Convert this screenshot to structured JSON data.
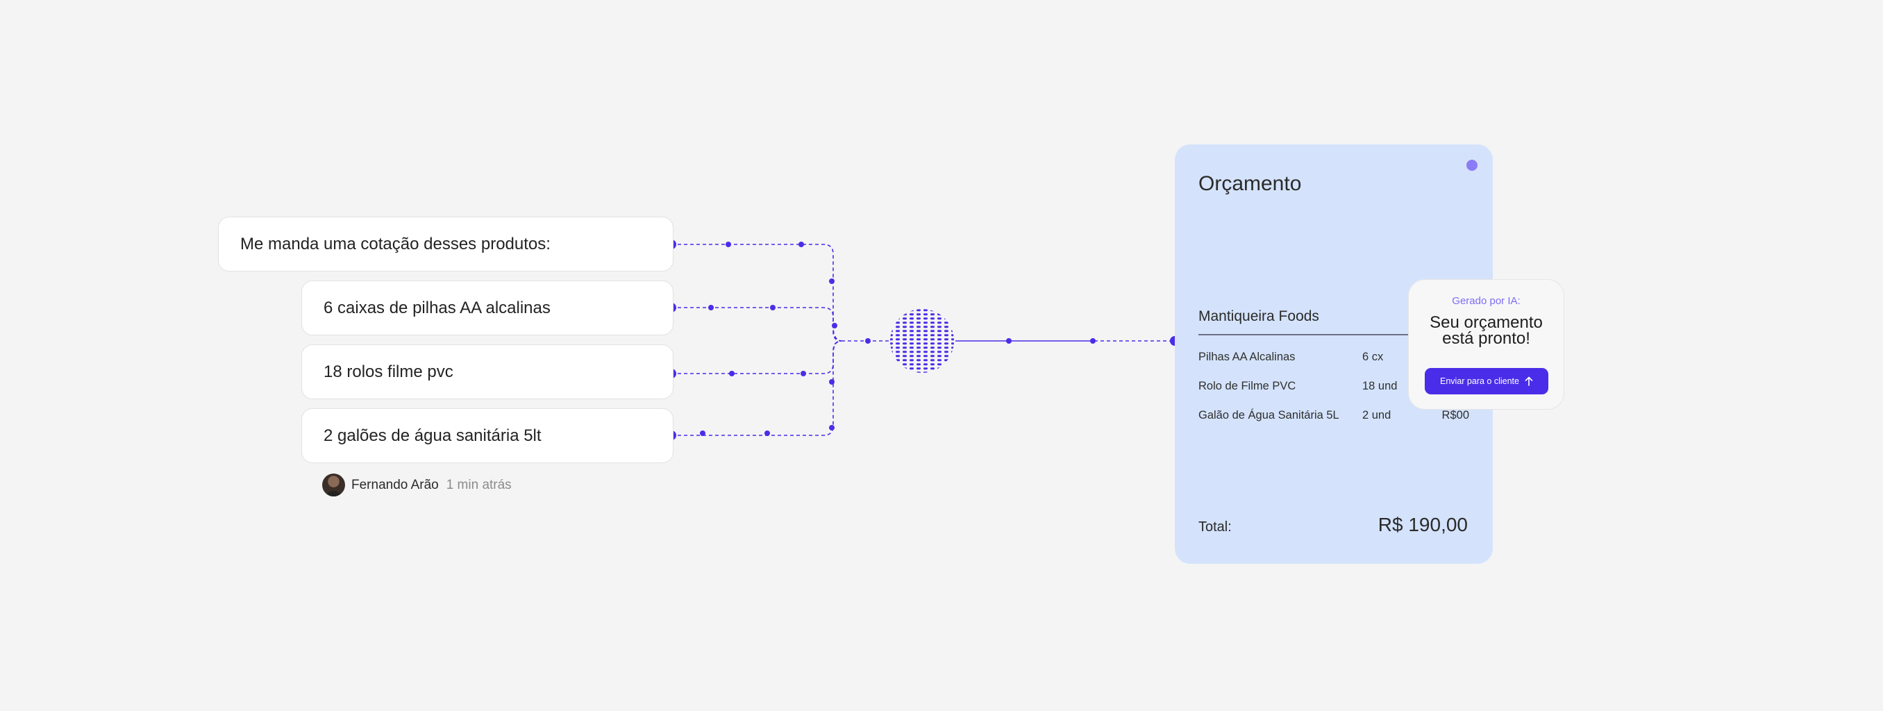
{
  "chat": {
    "messages": [
      "Me manda uma cotação desses produtos:",
      "6 caixas de pilhas AA alcalinas",
      "18 rolos filme pvc",
      "2 galões de água sanitária 5lt"
    ],
    "author_name": "Fernando Arão",
    "author_time": "1 min atrás"
  },
  "quote": {
    "title": "Orçamento",
    "company": "Mantiqueira Foods",
    "items": [
      {
        "name": "Pilhas AA Alcalinas",
        "qty": "6 cx",
        "price": ""
      },
      {
        "name": "Rolo de Filme PVC",
        "qty": "18 und",
        "price": ""
      },
      {
        "name": "Galão de Água Sanitária 5L",
        "qty": "2 und",
        "price": "R$00"
      }
    ],
    "total_label": "Total:",
    "total_value": "R$ 190,00"
  },
  "ai": {
    "label": "Gerado por IA:",
    "headline": "Seu orçamento está pronto!",
    "button_label": "Enviar para o cliente",
    "button_icon": "arrow-up-icon"
  },
  "colors": {
    "accent": "#4a2de8",
    "card_bg": "#d4e3fb",
    "dot": "#8b7cf6"
  }
}
